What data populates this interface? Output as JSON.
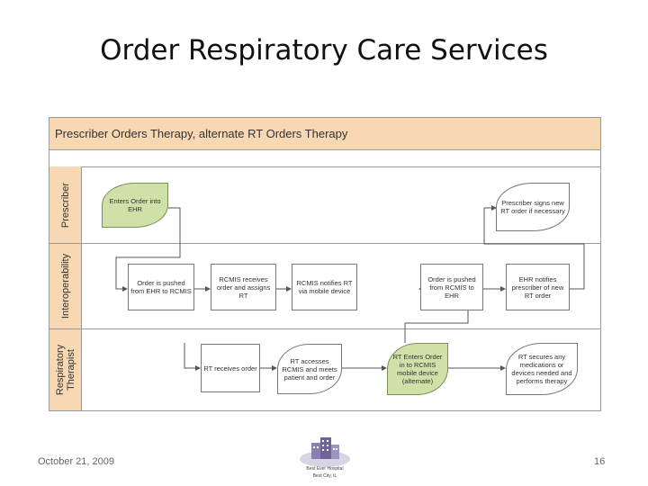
{
  "slide": {
    "title": "Order Respiratory Care Services"
  },
  "diagram": {
    "header": "Prescriber Orders Therapy, alternate RT Orders Therapy",
    "lanes": [
      "Prescriber",
      "Interoperability",
      "Respiratory Therapist"
    ],
    "nodes": {
      "enters_order": "Enters Order into EHR",
      "prescriber_signs": "Prescriber signs new RT order if necessary",
      "pushed_ehr_rcmis": "Order is pushed from EHR to RCMIS",
      "rcmis_receives": "RCMIS receives order and assigns RT",
      "rcmis_notifies": "RCMIS notifies RT via mobile device",
      "pushed_rcmis_ehr": "Order is pushed from RCMIS to EHR",
      "ehr_notifies": "EHR notifies prescriber of new RT order",
      "rt_receives": "RT receives order",
      "rt_accesses": "RT accesses RCMIS and meets patient and order",
      "rt_enters": "RT Enters Order in to RCMIS mobile device (alternate)",
      "rt_secures": "RT secures any medications or devices needed and performs therapy"
    }
  },
  "footer": {
    "date": "October 21, 2009",
    "page": "16",
    "logo_line1": "Best Ever Hospital",
    "logo_line2": "Best City, IL"
  },
  "colors": {
    "lane_band": "#f8d7b3",
    "green_node": "#cfe0a8",
    "border": "#9a9a9a"
  }
}
